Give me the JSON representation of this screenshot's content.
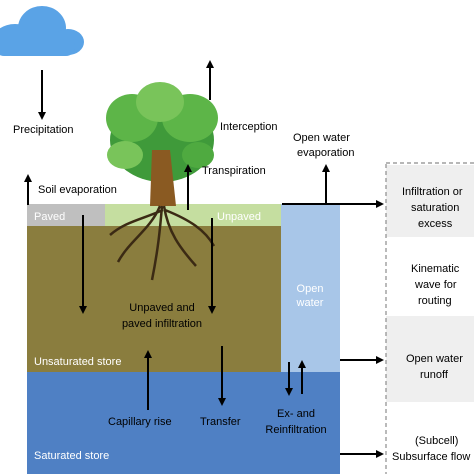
{
  "labels": {
    "precipitation": "Precipitation",
    "soil_evaporation": "Soil evaporation",
    "interception": "Interception",
    "transpiration": "Transpiration",
    "open_water_evaporation_1": "Open water",
    "open_water_evaporation_2": "evaporation",
    "paved": "Paved",
    "unpaved": "Unpaved",
    "open_water_1": "Open",
    "open_water_2": "water",
    "infiltration_1": "Unpaved and",
    "infiltration_2": "paved infiltration",
    "unsaturated_store": "Unsaturated store",
    "capillary_rise": "Capillary rise",
    "transfer": "Transfer",
    "exfiltration_1": "Ex- and",
    "exfiltration_2": "Reinfiltration",
    "saturated_store": "Saturated store"
  },
  "side_panel": {
    "box1_line1": "Infiltration or",
    "box1_line2": "saturation",
    "box1_line3": "excess",
    "box2_line1": "Kinematic",
    "box2_line2": "wave for",
    "box2_line3": "routing",
    "box3_line1": "Open water",
    "box3_line2": "runoff",
    "box4_line1": "(Subcell)",
    "box4_line2": "Subsurface flow"
  },
  "colors": {
    "unsaturated": "#8a7d3e",
    "saturated": "#4f80c4",
    "open_water": "#a8c6e8",
    "paved": "#bfbfbf",
    "unpaved": "#c5dea0",
    "cloud": "#5aa3e6",
    "panel": "#efefef",
    "arrow": "#000000"
  }
}
